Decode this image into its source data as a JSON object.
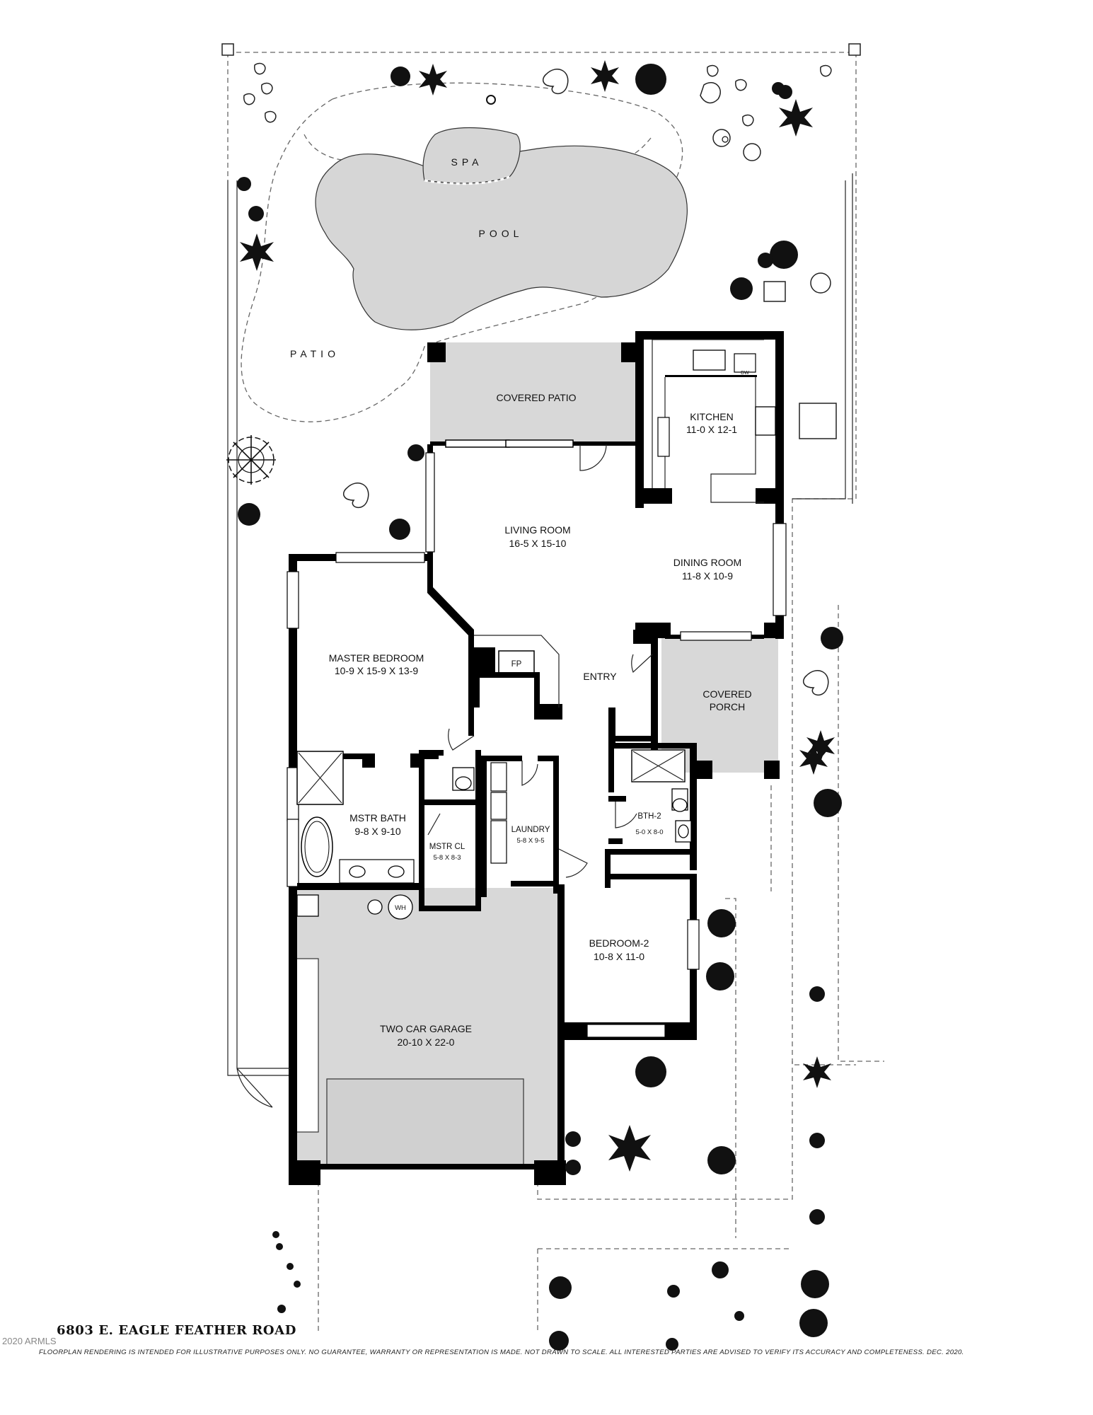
{
  "plan": {
    "title": "6803 E. EAGLE FEATHER ROAD",
    "disclaimer": "FLOORPLAN RENDERING IS INTENDED FOR ILLUSTRATIVE PURPOSES ONLY.  NO GUARANTEE, WARRANTY OR REPRESENTATION IS MADE.  NOT DRAWN TO SCALE.  ALL INTERESTED PARTIES ARE ADVISED TO VERIFY ITS ACCURACY AND COMPLETENESS.  DEC. 2020.",
    "watermark": "2020 ARMLS"
  },
  "outdoor": {
    "spa": "SPA",
    "pool": "POOL",
    "patio": "PATIO"
  },
  "rooms": {
    "covered_patio": {
      "name": "COVERED PATIO"
    },
    "kitchen": {
      "name": "KITCHEN",
      "size": "11-0 X 12-1"
    },
    "living_room": {
      "name": "LIVING ROOM",
      "size": "16-5  X  15-10"
    },
    "dining_room": {
      "name": "DINING ROOM",
      "size": "11-8  X  10-9"
    },
    "master_bedroom": {
      "name": "MASTER BEDROOM",
      "size": "10-9 X 15-9 X 13-9"
    },
    "entry": {
      "name": "ENTRY"
    },
    "fireplace": {
      "name": "FP"
    },
    "covered_porch": {
      "name_line1": "COVERED",
      "name_line2": "PORCH"
    },
    "master_bath": {
      "name": "MSTR BATH",
      "size": "9-8  X  9-10"
    },
    "master_closet": {
      "name": "MSTR CL",
      "size": "5-8 X 8-3"
    },
    "laundry": {
      "name": "LAUNDRY",
      "size": "5-8 X 9-5"
    },
    "bath_2": {
      "name": "BTH-2",
      "size": "5-0 X 8-0"
    },
    "bedroom_2": {
      "name": "BEDROOM-2",
      "size": "10-8  X 11-0"
    },
    "garage": {
      "name": "TWO CAR GARAGE",
      "size": "20-10  X  22-0"
    },
    "water_heater": {
      "name": "WH"
    },
    "dishwasher": {
      "name": "DW"
    }
  }
}
